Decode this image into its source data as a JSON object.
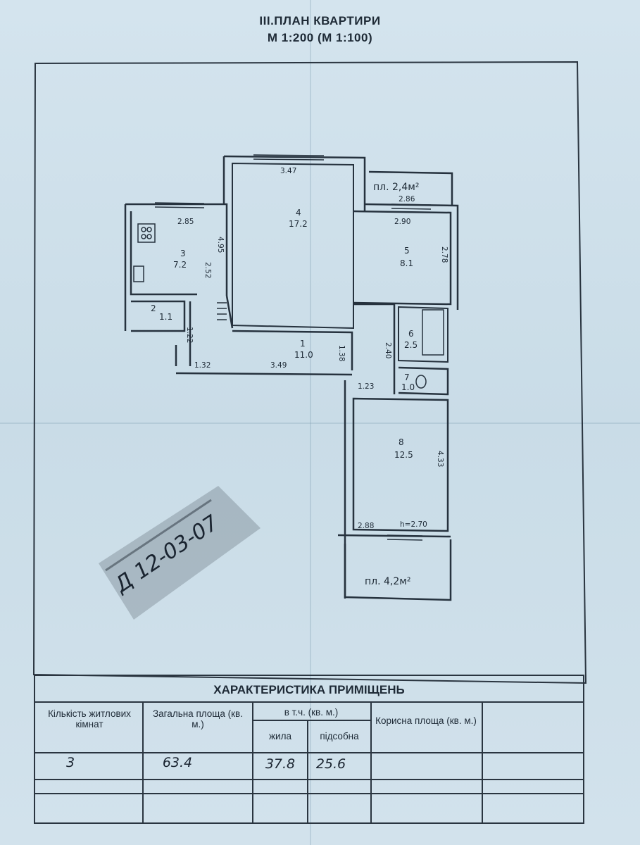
{
  "document": {
    "title": "III.ПЛАН КВАРТИРИ",
    "scale": "М 1:200 (М 1:100)"
  },
  "plan": {
    "rooms": [
      {
        "num": "1",
        "area": "11.0"
      },
      {
        "num": "2",
        "area": "1.1"
      },
      {
        "num": "3",
        "area": "7.2"
      },
      {
        "num": "4",
        "area": "17.2"
      },
      {
        "num": "5",
        "area": "8.1"
      },
      {
        "num": "6",
        "area": "2.5"
      },
      {
        "num": "7",
        "area": "1.0"
      },
      {
        "num": "8",
        "area": "12.5"
      }
    ],
    "dimensions": {
      "d_347": "3.47",
      "d_286": "2.86",
      "d_285": "2.85",
      "d_290": "2.90",
      "d_252": "2.52",
      "d_495": "4.95",
      "d_278": "2.78",
      "d_132": "1.32",
      "d_349": "3.49",
      "d_138": "1.38",
      "d_122": "1.22",
      "d_240": "2.40",
      "d_123": "1.23",
      "d_433": "4.33",
      "d_288": "2.88",
      "ceiling": "h=2.70"
    },
    "balconies": {
      "top": "пл. 2,4м²",
      "bottom": "пл. 4,2м²"
    },
    "stamp": "Д 12-03-07"
  },
  "table": {
    "title": "ХАРАКТЕРИСТИКА ПРИМІЩЕНЬ",
    "col_rooms": "Кількість житлових кімнат",
    "col_total": "Загальна площа (кв. м.)",
    "col_incl": "в т.ч. (кв. м.)",
    "col_living": "жила",
    "col_aux": "підсобна",
    "col_useful": "Корисна площа (кв. м.)",
    "values": {
      "rooms": "3",
      "total": "63.4",
      "living": "37.8",
      "aux": "25.6"
    }
  }
}
